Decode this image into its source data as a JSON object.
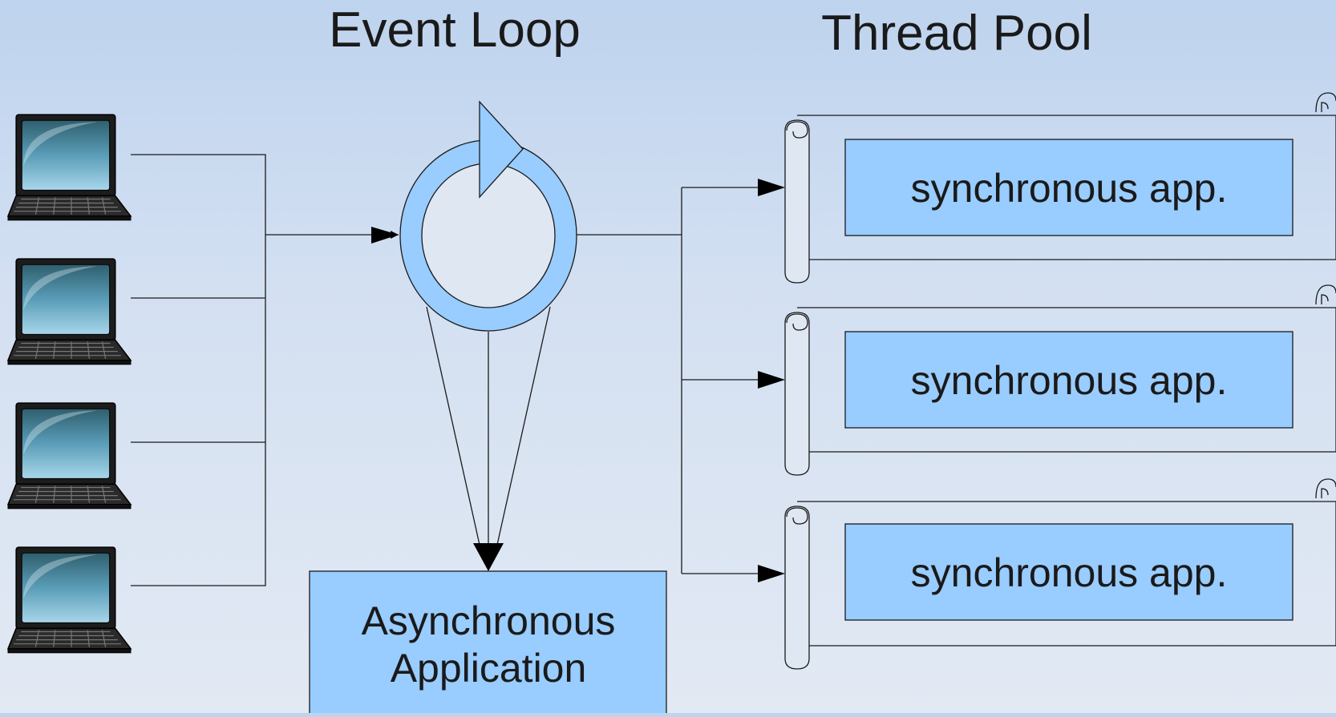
{
  "titles": {
    "event_loop": "Event Loop",
    "thread_pool": "Thread Pool"
  },
  "async_app": {
    "line1": "Asynchronous",
    "line2": "Application"
  },
  "workers": [
    {
      "label": "synchronous app."
    },
    {
      "label": "synchronous app."
    },
    {
      "label": "synchronous app."
    }
  ],
  "clients": [
    {
      "icon": "laptop-icon"
    },
    {
      "icon": "laptop-icon"
    },
    {
      "icon": "laptop-icon"
    },
    {
      "icon": "laptop-icon"
    }
  ],
  "colors": {
    "box_fill": "#99ccff",
    "loop_fill": "#99ccff",
    "line": "#1a1a1a",
    "scroll_fill": "#dfe7f2",
    "laptop_body": "#1a1a1a",
    "laptop_screen": "#5a9db8"
  }
}
